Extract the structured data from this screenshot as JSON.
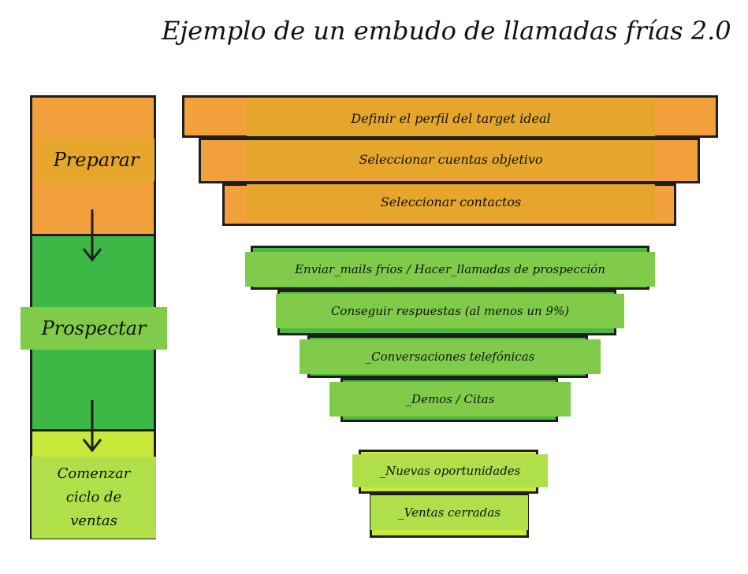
{
  "title": "Ejemplo de un embudo de llamadas frías 2.0",
  "phases": [
    {
      "label": "Preparar"
    },
    {
      "label": "Prospectar"
    },
    {
      "label": "Comenzar\nciclo de\nventas"
    }
  ],
  "funnel": [
    {
      "label": "Definir el perfil del target ideal"
    },
    {
      "label": "Seleccionar cuentas objetivo"
    },
    {
      "label": "Seleccionar contactos"
    },
    {
      "label": "Enviar_mails fríos / Hacer_llamadas de prospección"
    },
    {
      "label": "Conseguir respuestas (al menos un 9%)"
    },
    {
      "label": "_Conversaciones telefónicas"
    },
    {
      "label": "_Demos / Citas"
    },
    {
      "label": "_Nuevas oportunidades"
    },
    {
      "label": "_Ventas cerradas"
    }
  ],
  "colors": {
    "orange": "#f2a03c",
    "green": "#3cb846",
    "lime": "#c8e83a",
    "outline": "#1e1e1e"
  }
}
